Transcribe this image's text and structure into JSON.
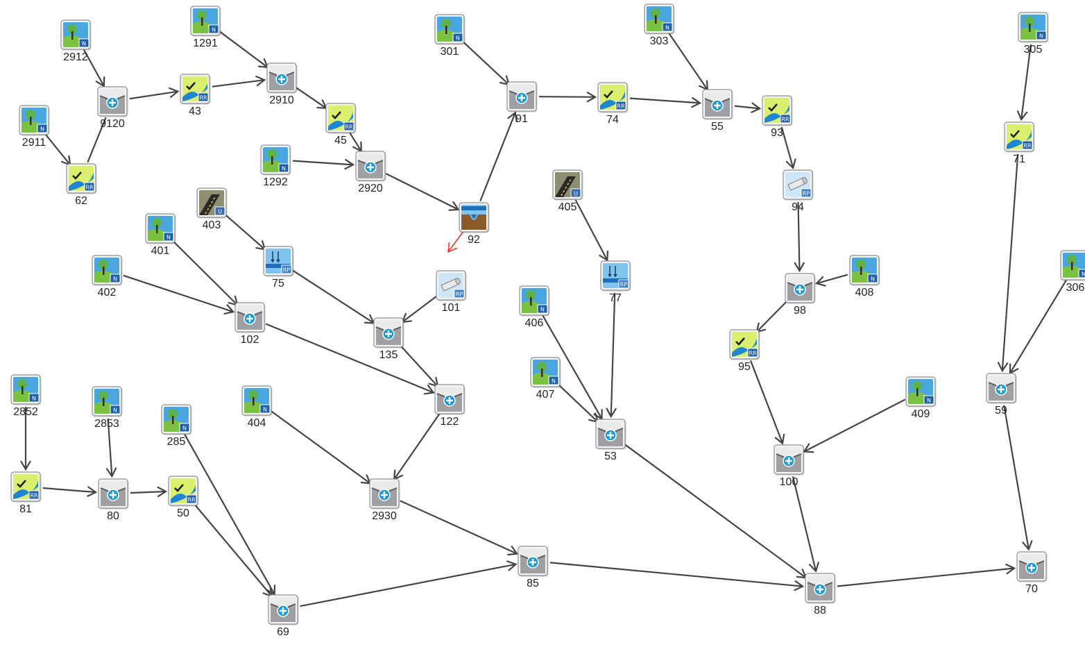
{
  "colors": {
    "edge": "#444444",
    "edge_alert": "#e8312a",
    "junction_bg": "#9ea0a3",
    "junction_badge": "#1a9ad7",
    "catchment_sky": "#4aa6e0",
    "catchment_ground": "#7cc242",
    "routing_bg": "#d9ef6d",
    "river_blue": "#1f86d1"
  },
  "nodes": [
    {
      "id": "2912",
      "kind": "subcatchment",
      "label": "2912"
    },
    {
      "id": "1291",
      "kind": "subcatchment",
      "label": "1291"
    },
    {
      "id": "9120",
      "kind": "junction",
      "label": "9120"
    },
    {
      "id": "43",
      "kind": "routing",
      "label": "43"
    },
    {
      "id": "2910",
      "kind": "junction",
      "label": "2910"
    },
    {
      "id": "2911",
      "kind": "subcatchment",
      "label": "2911"
    },
    {
      "id": "62",
      "kind": "routing",
      "label": "62"
    },
    {
      "id": "45",
      "kind": "routing",
      "label": "45"
    },
    {
      "id": "1292",
      "kind": "subcatchment",
      "label": "1292"
    },
    {
      "id": "2920",
      "kind": "junction",
      "label": "2920"
    },
    {
      "id": "301",
      "kind": "subcatchment",
      "label": "301"
    },
    {
      "id": "91",
      "kind": "junction",
      "label": "91"
    },
    {
      "id": "74",
      "kind": "routing",
      "label": "74"
    },
    {
      "id": "303",
      "kind": "subcatchment",
      "label": "303"
    },
    {
      "id": "55",
      "kind": "junction",
      "label": "55"
    },
    {
      "id": "93",
      "kind": "routing",
      "label": "93"
    },
    {
      "id": "305",
      "kind": "subcatchment",
      "label": "305"
    },
    {
      "id": "71",
      "kind": "routing",
      "label": "71"
    },
    {
      "id": "92",
      "kind": "reservoir",
      "label": "92"
    },
    {
      "id": "94",
      "kind": "pipe",
      "label": "94"
    },
    {
      "id": "403",
      "kind": "road",
      "label": "403"
    },
    {
      "id": "401",
      "kind": "subcatchment",
      "label": "401"
    },
    {
      "id": "402",
      "kind": "subcatchment",
      "label": "402"
    },
    {
      "id": "75",
      "kind": "diversion",
      "label": "75"
    },
    {
      "id": "102",
      "kind": "junction",
      "label": "102"
    },
    {
      "id": "101",
      "kind": "pipe",
      "label": "101"
    },
    {
      "id": "135",
      "kind": "junction",
      "label": "135"
    },
    {
      "id": "405",
      "kind": "road",
      "label": "405"
    },
    {
      "id": "77",
      "kind": "diversion",
      "label": "77"
    },
    {
      "id": "406",
      "kind": "subcatchment",
      "label": "406"
    },
    {
      "id": "407",
      "kind": "subcatchment",
      "label": "407"
    },
    {
      "id": "408",
      "kind": "subcatchment",
      "label": "408"
    },
    {
      "id": "98",
      "kind": "junction",
      "label": "98"
    },
    {
      "id": "95",
      "kind": "routing",
      "label": "95"
    },
    {
      "id": "306",
      "kind": "subcatchment",
      "label": "306"
    },
    {
      "id": "2852",
      "kind": "subcatchment",
      "label": "2852"
    },
    {
      "id": "2853",
      "kind": "subcatchment",
      "label": "2853"
    },
    {
      "id": "285",
      "kind": "subcatchment",
      "label": "285"
    },
    {
      "id": "404",
      "kind": "subcatchment",
      "label": "404"
    },
    {
      "id": "122",
      "kind": "junction",
      "label": "122"
    },
    {
      "id": "53",
      "kind": "junction",
      "label": "53"
    },
    {
      "id": "409",
      "kind": "subcatchment",
      "label": "409"
    },
    {
      "id": "59",
      "kind": "junction",
      "label": "59"
    },
    {
      "id": "81",
      "kind": "routing",
      "label": "81"
    },
    {
      "id": "80",
      "kind": "junction",
      "label": "80"
    },
    {
      "id": "50",
      "kind": "routing",
      "label": "50"
    },
    {
      "id": "2930",
      "kind": "junction",
      "label": "2930"
    },
    {
      "id": "100",
      "kind": "junction",
      "label": "100"
    },
    {
      "id": "85",
      "kind": "junction",
      "label": "85"
    },
    {
      "id": "88",
      "kind": "junction",
      "label": "88"
    },
    {
      "id": "70",
      "kind": "junction",
      "label": "70"
    },
    {
      "id": "69",
      "kind": "junction",
      "label": "69"
    }
  ],
  "edges": [
    {
      "from": "2912",
      "to": "9120"
    },
    {
      "from": "9120",
      "to": "43"
    },
    {
      "from": "43",
      "to": "2910"
    },
    {
      "from": "1291",
      "to": "2910"
    },
    {
      "from": "2910",
      "to": "45"
    },
    {
      "from": "2911",
      "to": "62"
    },
    {
      "from": "62",
      "to": "9120",
      "arrow": false
    },
    {
      "from": "45",
      "to": "2920"
    },
    {
      "from": "1292",
      "to": "2920"
    },
    {
      "from": "2920",
      "to": "92"
    },
    {
      "from": "92",
      "to": "91"
    },
    {
      "from": "92",
      "to": "135",
      "alert": true,
      "stub": true
    },
    {
      "from": "301",
      "to": "91"
    },
    {
      "from": "91",
      "to": "74"
    },
    {
      "from": "74",
      "to": "55"
    },
    {
      "from": "303",
      "to": "55"
    },
    {
      "from": "55",
      "to": "93"
    },
    {
      "from": "93",
      "to": "94"
    },
    {
      "from": "94",
      "to": "98"
    },
    {
      "from": "408",
      "to": "98"
    },
    {
      "from": "98",
      "to": "95"
    },
    {
      "from": "95",
      "to": "100"
    },
    {
      "from": "409",
      "to": "100"
    },
    {
      "from": "100",
      "to": "88"
    },
    {
      "from": "305",
      "to": "71"
    },
    {
      "from": "71",
      "to": "59"
    },
    {
      "from": "306",
      "to": "59"
    },
    {
      "from": "59",
      "to": "70"
    },
    {
      "from": "403",
      "to": "75"
    },
    {
      "from": "75",
      "to": "135"
    },
    {
      "from": "101",
      "to": "135"
    },
    {
      "from": "401",
      "to": "102"
    },
    {
      "from": "402",
      "to": "102"
    },
    {
      "from": "102",
      "to": "122"
    },
    {
      "from": "135",
      "to": "122"
    },
    {
      "from": "122",
      "to": "2930"
    },
    {
      "from": "404",
      "to": "2930"
    },
    {
      "from": "2930",
      "to": "85"
    },
    {
      "from": "405",
      "to": "77"
    },
    {
      "from": "77",
      "to": "53"
    },
    {
      "from": "406",
      "to": "53"
    },
    {
      "from": "407",
      "to": "53"
    },
    {
      "from": "53",
      "to": "88"
    },
    {
      "from": "2852",
      "to": "81"
    },
    {
      "from": "81",
      "to": "80"
    },
    {
      "from": "2853",
      "to": "80"
    },
    {
      "from": "80",
      "to": "50"
    },
    {
      "from": "50",
      "to": "69"
    },
    {
      "from": "285",
      "to": "69"
    },
    {
      "from": "69",
      "to": "85"
    },
    {
      "from": "85",
      "to": "88"
    },
    {
      "from": "88",
      "to": "70"
    }
  ]
}
